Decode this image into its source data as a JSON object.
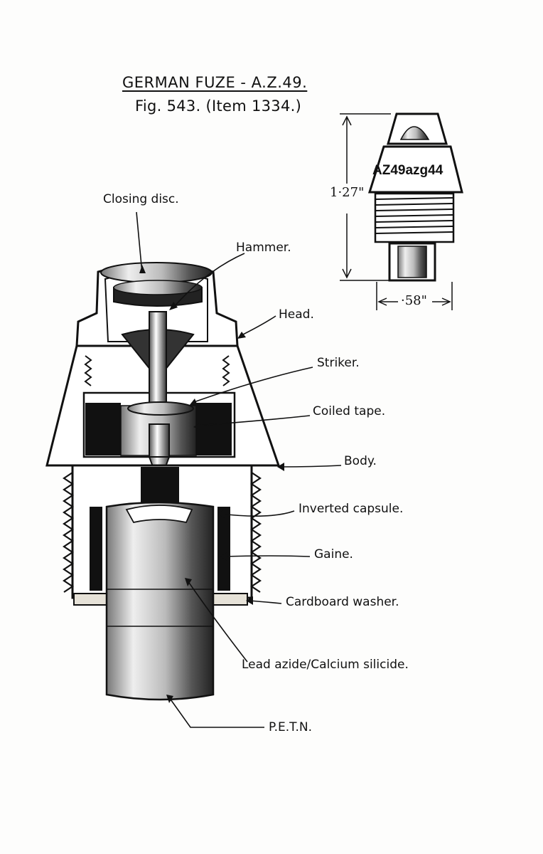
{
  "title": {
    "line1": "GERMAN FUZE - A.Z.49.",
    "line2": "Fig. 543. (Item 1334.)"
  },
  "inset": {
    "marking": "AZ49azg44",
    "height_dim": "1·27\"",
    "width_dim": "·58\""
  },
  "callouts": {
    "closing_disc": "Closing disc.",
    "hammer": "Hammer.",
    "head": "Head.",
    "striker": "Striker.",
    "coiled_tape": "Coiled tape.",
    "body": "Body.",
    "inverted_capsule": "Inverted capsule.",
    "gaine": "Gaine.",
    "cardboard_washer": "Cardboard washer.",
    "lead_azide": "Lead azide/Calcium silicide.",
    "petn": "P.E.T.N."
  },
  "colors": {
    "ink": "#111111",
    "paper": "#fdfdfc",
    "washer": "#e6e2d8"
  }
}
